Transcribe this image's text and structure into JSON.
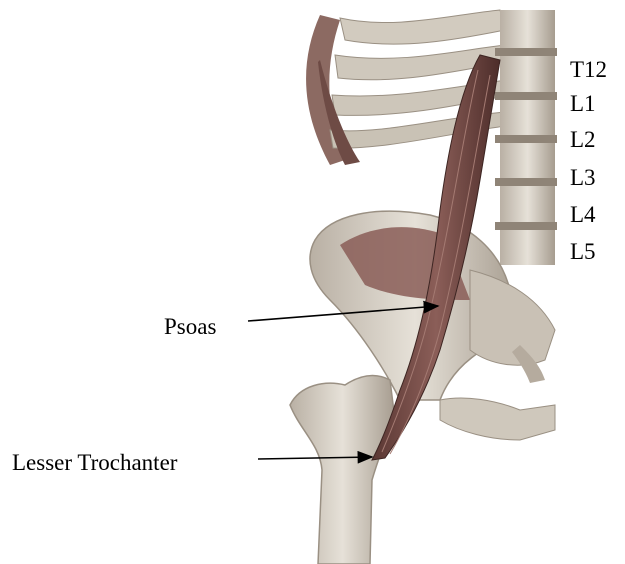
{
  "labels": {
    "vertebrae": [
      "T12",
      "L1",
      "L2",
      "L3",
      "L4",
      "L5"
    ],
    "psoas": "Psoas",
    "lesser_trochanter": "Lesser Trochanter"
  },
  "colors": {
    "bone": "#dcd6cc",
    "bone_shadow": "#a59c90",
    "muscle": "#7a4f4a",
    "muscle_dark": "#4e2f2c",
    "arrow": "#000000"
  }
}
